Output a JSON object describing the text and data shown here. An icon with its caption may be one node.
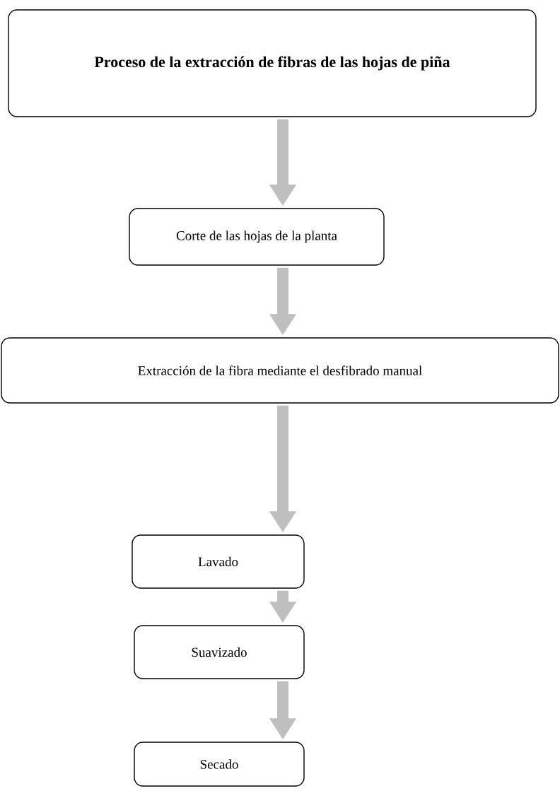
{
  "diagram": {
    "nodes": [
      {
        "text": [
          "Proceso de la extracción de fibras de las hojas de piña"
        ]
      },
      {
        "text": [
          "Corte de las hojas de la planta"
        ]
      },
      {
        "text": [
          "Extracción de la fibra mediante el desfibrado manual"
        ]
      },
      {
        "text": [
          "Lavado"
        ]
      },
      {
        "text": [
          "Suavizado"
        ]
      },
      {
        "text": [
          "Secado"
        ]
      }
    ],
    "edges": [
      {
        "from": 0,
        "to": 1,
        "arrow": "to"
      },
      {
        "from": 1,
        "to": 2,
        "arrow": "to"
      },
      {
        "from": 2,
        "to": 3,
        "arrow": "to"
      },
      {
        "from": 3,
        "to": 4,
        "arrow": "to"
      },
      {
        "from": 4,
        "to": 5,
        "arrow": "to"
      }
    ]
  }
}
